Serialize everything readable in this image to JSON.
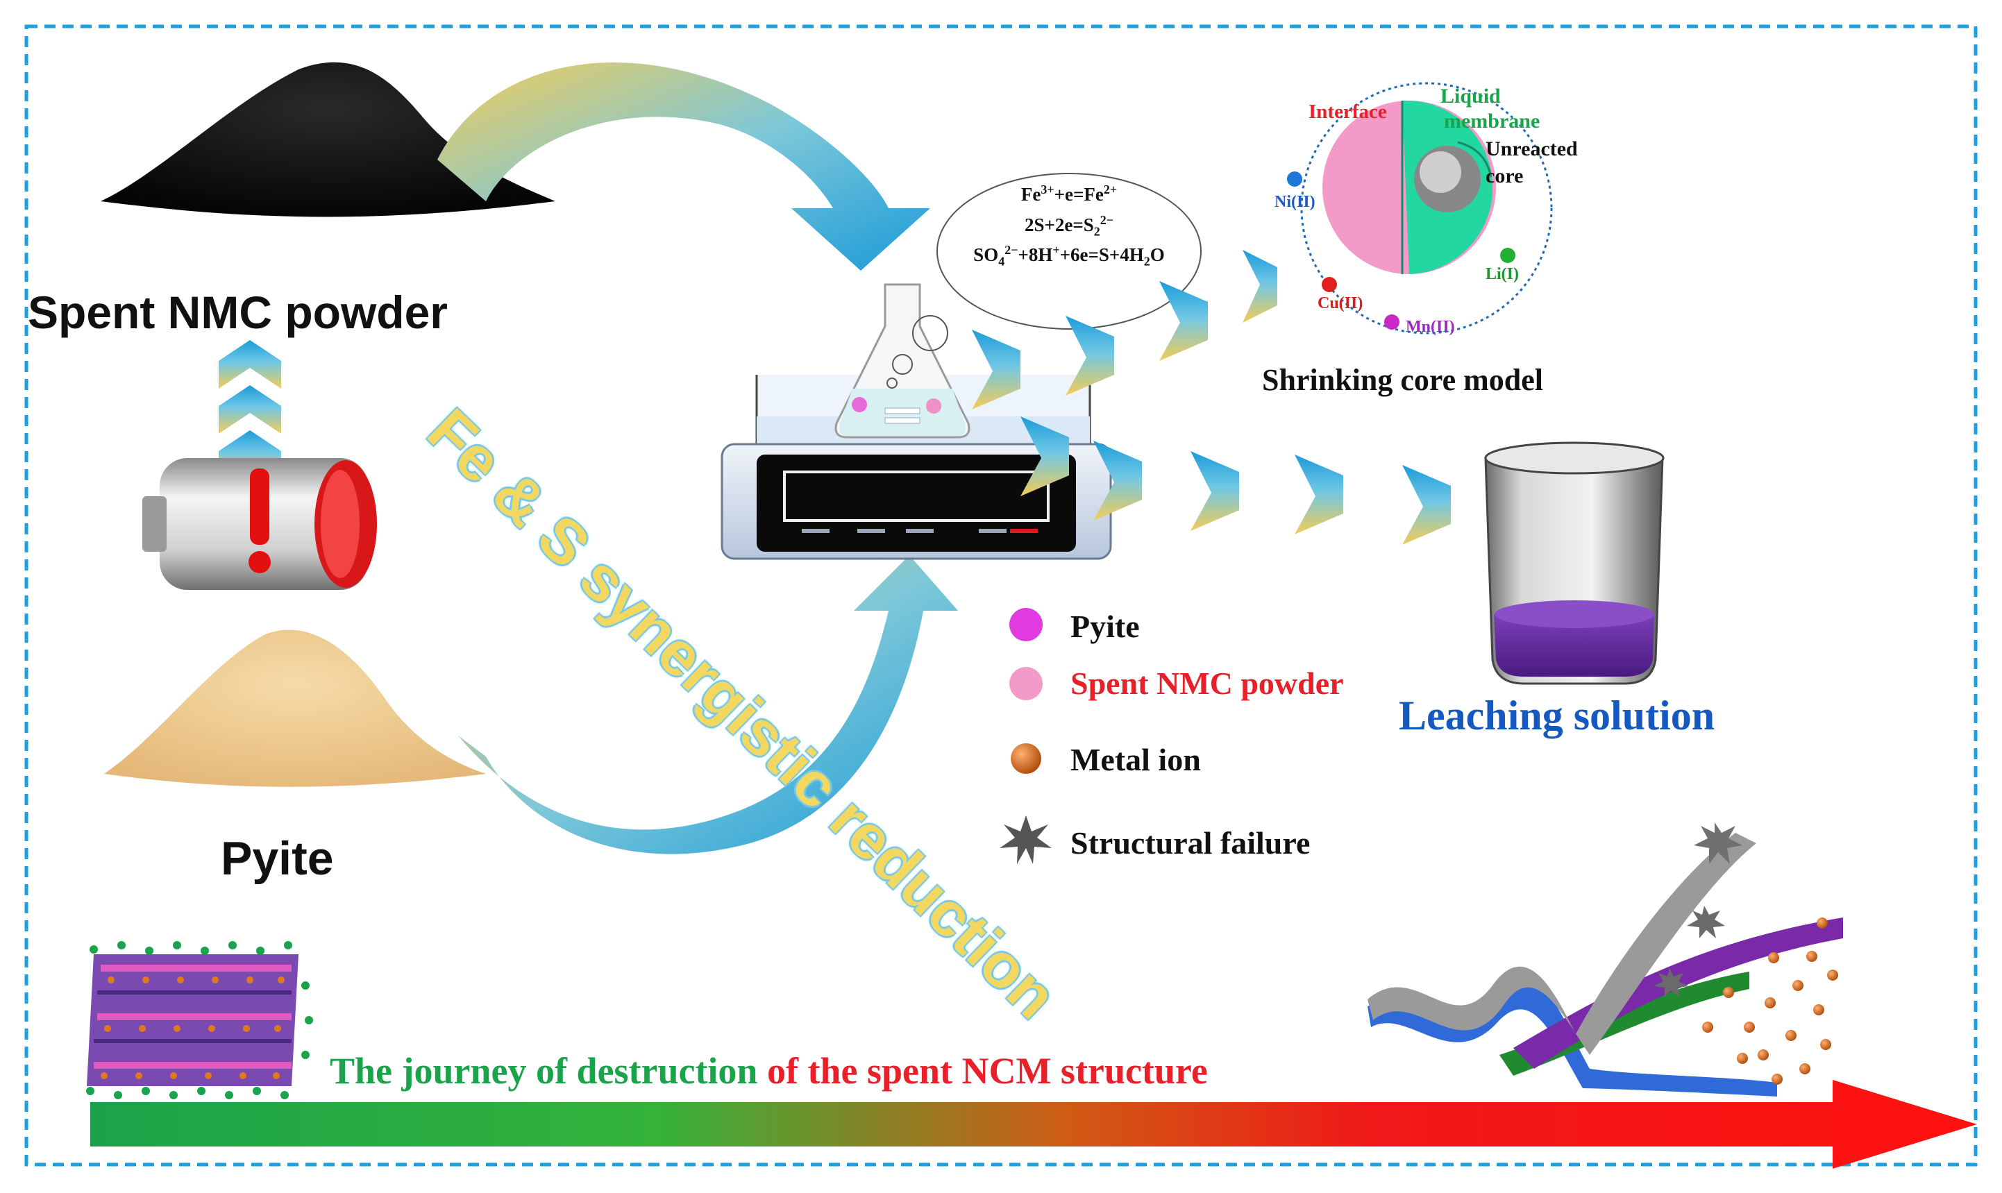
{
  "colors": {
    "frame": "#1ea0e0",
    "green": "#1aa34a",
    "red": "#e8202a",
    "blue": "#1559c0",
    "pink": "#f49ac8",
    "teal": "#22d8a0",
    "purple": "#6a2fa0",
    "arrow_blue": "#1b9bd8",
    "arrow_yellow": "#f2cc58"
  },
  "inputs": {
    "nmc_label": "Spent NMC powder",
    "pyrite_label": "Pyite"
  },
  "reaction": {
    "eq1": {
      "base": "Fe",
      "sup1": "3+",
      "mid": "+e=Fe",
      "sup2": "2+"
    },
    "eq2": {
      "base": "2S+2e=S",
      "sub": "2",
      "sup": "2−"
    },
    "eq3": {
      "base": "SO",
      "sub1": "4",
      "sup1": "2−",
      "mid": "+8H",
      "sup2": "+",
      "end1": "+6e=S+4H",
      "sub2": "2",
      "end2": "O"
    }
  },
  "core_model": {
    "title": "Shrinking core model",
    "interface": "Interface",
    "liquid_membrane_1": "Liquid",
    "liquid_membrane_2": "membrane",
    "unreacted_1": "Unreacted",
    "unreacted_2": "core",
    "ions": {
      "ni": "Ni(II)",
      "li": "Li(I)",
      "cu": "Cu(II)",
      "mn": "Mn(II)"
    }
  },
  "diagonal_text": "Fe & S synergistic reduction",
  "legend": {
    "items": [
      {
        "label": "Pyite",
        "color": "#e03ae0"
      },
      {
        "label": "Spent NMC powder",
        "color": "#f49ac8"
      },
      {
        "label": "Metal ion",
        "color": "#c85a10"
      },
      {
        "label": "Structural failure",
        "color": "#555555"
      }
    ]
  },
  "product": {
    "label": "Leaching solution"
  },
  "journey": {
    "part1": "The journey of destruction",
    "part2": " of the spent NCM structure"
  }
}
